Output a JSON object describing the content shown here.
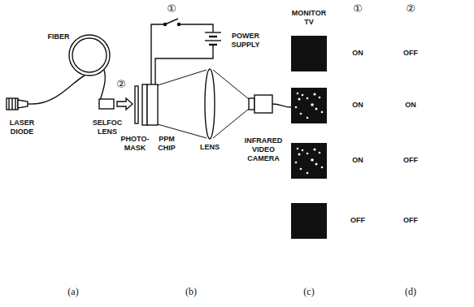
{
  "diagram": {
    "labels": [
      "LASER DIODE",
      "FIBER",
      "SELFOC LENS",
      "②",
      "①",
      "POWER SUPPLY",
      "PHOTO- MASK",
      "PPM CHIP",
      "LENS",
      "INFRARED VIDEO CAMERA",
      "MONITOR TV",
      "①",
      "②",
      "ON",
      "OFF",
      "ON",
      "ON",
      "ON",
      "OFF",
      "OFF",
      "OFF",
      "(a)",
      "(b)",
      "(c)",
      "(d)"
    ]
  }
}
